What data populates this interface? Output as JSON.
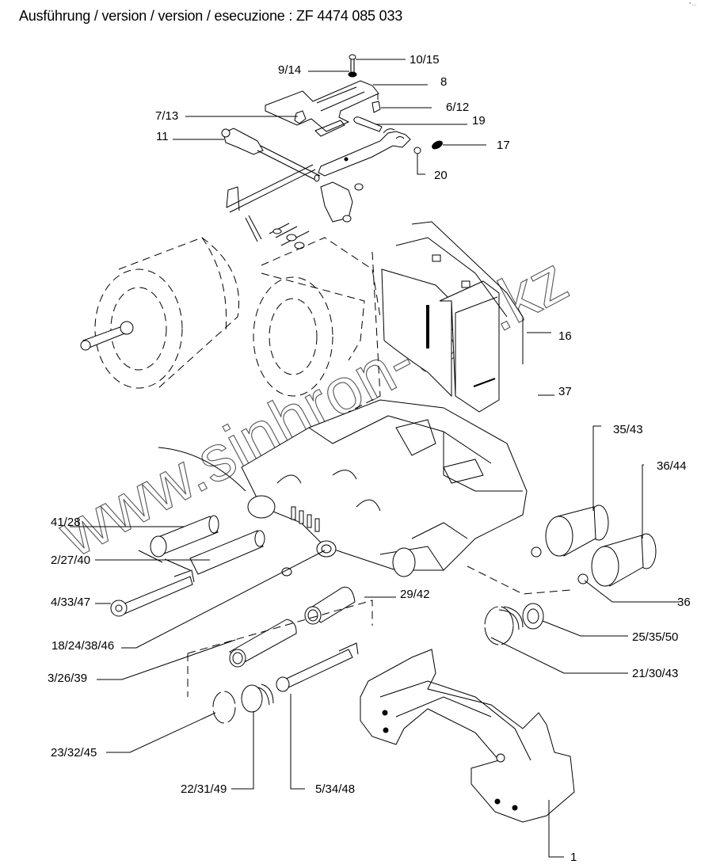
{
  "header": {
    "title": "Ausführung / version / version / esecuzione : ZF 4474 085 033",
    "corner_mark": "* ..."
  },
  "watermark": {
    "text": "www.sinhron-too.kz"
  },
  "diagram": {
    "type": "exploded-parts-view",
    "subject": "brake caliper assembly",
    "callouts": [
      {
        "id": "c-10-15",
        "text": "10/15"
      },
      {
        "id": "c-9-14",
        "text": "9/14"
      },
      {
        "id": "c-8",
        "text": "8"
      },
      {
        "id": "c-7-13",
        "text": "7/13"
      },
      {
        "id": "c-6-12",
        "text": "6/12"
      },
      {
        "id": "c-19",
        "text": "19"
      },
      {
        "id": "c-11",
        "text": "11"
      },
      {
        "id": "c-17",
        "text": "17"
      },
      {
        "id": "c-20",
        "text": "20"
      },
      {
        "id": "c-16",
        "text": "16"
      },
      {
        "id": "c-37",
        "text": "37"
      },
      {
        "id": "c-35-43",
        "text": "35/43"
      },
      {
        "id": "c-36-44",
        "text": "36/44"
      },
      {
        "id": "c-41-28",
        "text": "41/28"
      },
      {
        "id": "c-2-27-40",
        "text": "2/27/40"
      },
      {
        "id": "c-4-33-47",
        "text": "4/33/47"
      },
      {
        "id": "c-29-42",
        "text": "29/42"
      },
      {
        "id": "c-36",
        "text": "36"
      },
      {
        "id": "c-18-24-38-46",
        "text": "18/24/38/46"
      },
      {
        "id": "c-25-35-50",
        "text": "25/35/50"
      },
      {
        "id": "c-3-26-39",
        "text": "3/26/39"
      },
      {
        "id": "c-21-30-43",
        "text": "21/30/43"
      },
      {
        "id": "c-23-32-45",
        "text": "23/32/45"
      },
      {
        "id": "c-22-31-49",
        "text": "22/31/49"
      },
      {
        "id": "c-5-34-48",
        "text": "5/34/48"
      },
      {
        "id": "c-1",
        "text": "1"
      }
    ]
  }
}
